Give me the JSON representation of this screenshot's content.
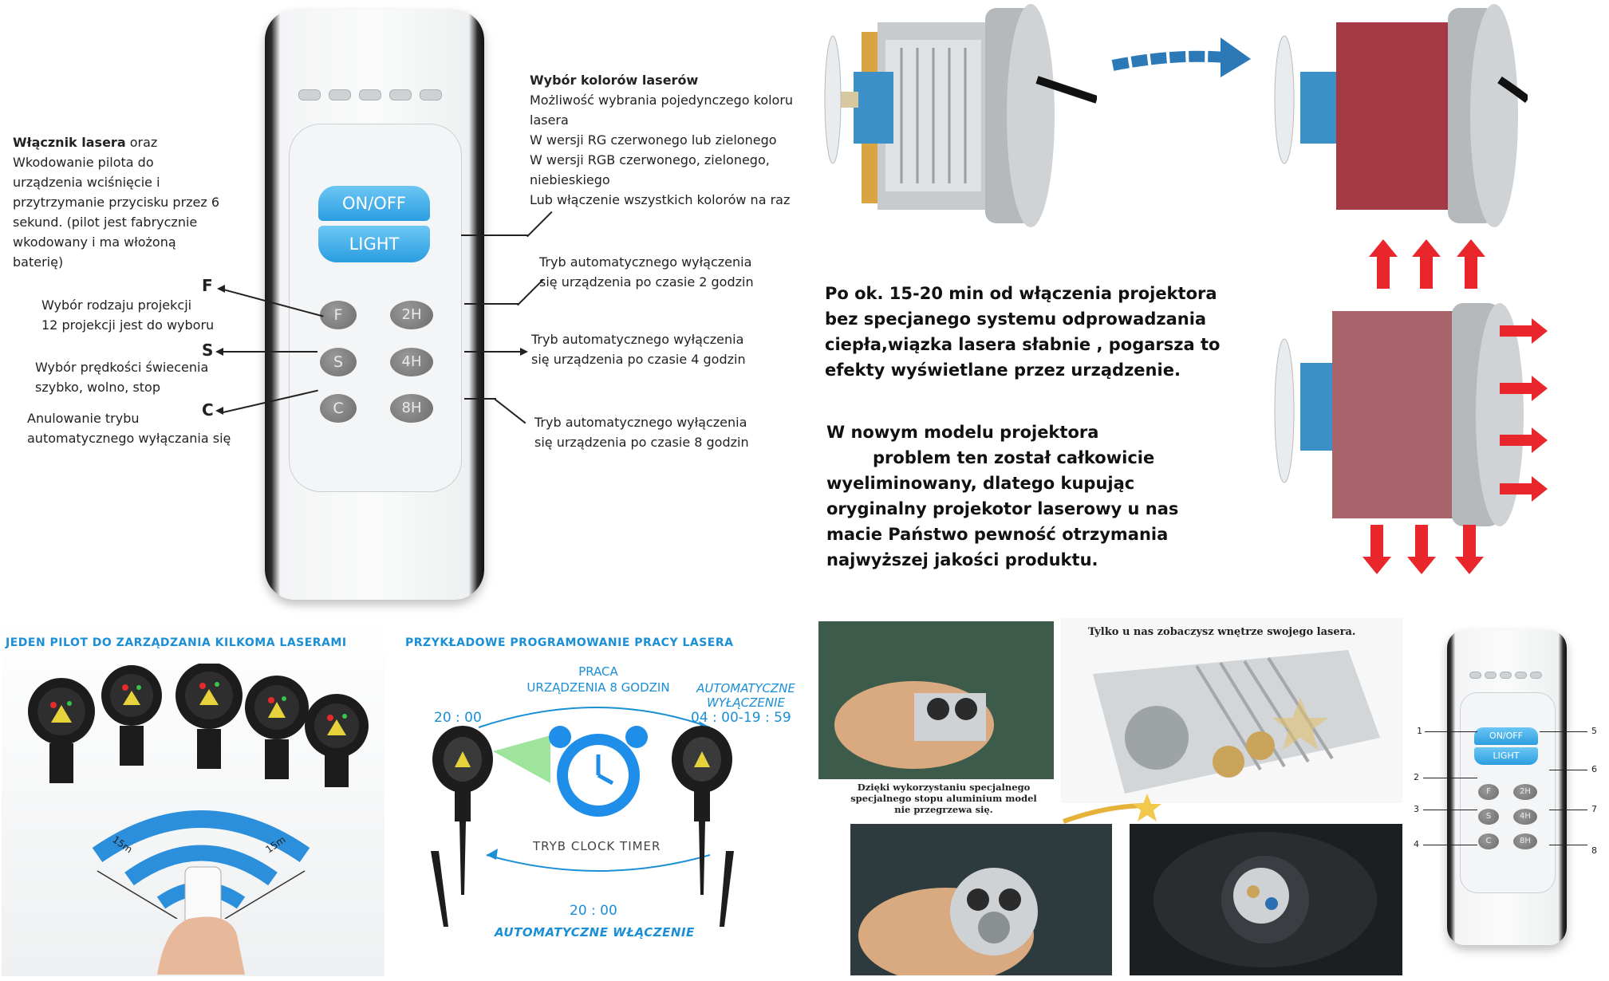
{
  "remote_main": {
    "on_off": "ON/OFF",
    "light": "LIGHT",
    "f": "F",
    "s": "S",
    "c": "C",
    "h2": "2H",
    "h4": "4H",
    "h8": "8H"
  },
  "left_labels": {
    "power_title": "Włącznik lasera",
    "power_title_rest": " oraz",
    "power_body": [
      "Wkodowanie pilota do",
      "urządzenia wciśnięcie i",
      "przytrzymanie przycisku przez 6",
      "sekund. (pilot jest fabrycznie",
      "wkodowany i ma włożoną",
      "baterię)"
    ],
    "f_letter": "F",
    "f_body": [
      "Wybór rodzaju projekcji",
      "12 projekcji jest do wyboru"
    ],
    "s_letter": "S",
    "s_body": [
      "Wybór prędkości świecenia",
      "szybko, wolno, stop"
    ],
    "c_letter": "C",
    "c_body": [
      "Anulowanie trybu",
      "automatycznego wyłączania się"
    ]
  },
  "right_labels": {
    "colors_title": "Wybór kolorów laserów",
    "colors_body": [
      "Możliwość wybrania pojedynczego koloru",
      "lasera",
      "W wersji RG czerwonego lub zielonego",
      "W wersji RGB czerwonego, zielonego,",
      "niebieskiego",
      "Lub włączenie wszystkich kolorów na raz"
    ],
    "h2_body": [
      "Tryb automatycznego wyłączenia",
      "się urządzenia po czasie 2 godzin"
    ],
    "h4_body": [
      "Tryb automatycznego wyłączenia",
      "się urządzenia po czasie 4 godzin"
    ],
    "h8_body": [
      "Tryb automatycznego wyłączenia",
      "się urządzenia po czasie 8 godzin"
    ]
  },
  "heat_text": {
    "p1": [
      "Po ok. 15-20 min od włączenia projektora",
      "bez specjanego systemu odprowadzania",
      "ciepła,wiązka lasera słabnie , pogarsza to",
      "efekty wyświetlane przez urządzenie."
    ],
    "p2": [
      "W nowym modelu projektora",
      "problem ten został całkowicie",
      "wyeliminowany, dlatego kupując",
      "oryginalny projekotor laserowy u nas",
      "macie Państwo pewność otrzymania",
      "najwyższej jakości produktu."
    ]
  },
  "panel_one_remote": {
    "heading": "JEDEN PILOT DO ZARZĄDZANIA KILKOMA LASERAMI",
    "dist_left": "15m",
    "dist_right": "15m"
  },
  "panel_timer": {
    "heading": "PRZYKŁADOWE PROGRAMOWANIE PRACY LASERA",
    "work_1": "PRACA",
    "work_2": "URZĄDZENIA 8 GODZIN",
    "auto_off_1": "AUTOMATYCZNE",
    "auto_off_2": "WYŁĄCZENIE",
    "time_left": "20 : 00",
    "time_range": "04 : 00-19 : 59",
    "timer_label": "TRYB CLOCK TIMER",
    "time_bottom": "20 : 00",
    "auto_on": "AUTOMATYCZNE WŁĄCZENIE"
  },
  "panel_inside": {
    "caption_top": "Tylko u nas zobaczysz wnętrze swojego lasera.",
    "caption_left": [
      "Dzięki wykorzystaniu specjalnego",
      "specjalnego stopu aluminium model",
      "nie przegrzewa się."
    ]
  },
  "small_remote": {
    "on_off": "ON/OFF",
    "light": "LIGHT",
    "f": "F",
    "s": "S",
    "c": "C",
    "h2": "2H",
    "h4": "4H",
    "h8": "8H",
    "n1": "1",
    "n2": "2",
    "n3": "3",
    "n4": "4",
    "n5": "5",
    "n6": "6",
    "n7": "7",
    "n8": "8"
  },
  "colors": {
    "accent_blue": "#1a8fd6",
    "arrow_red": "#e8262b"
  }
}
